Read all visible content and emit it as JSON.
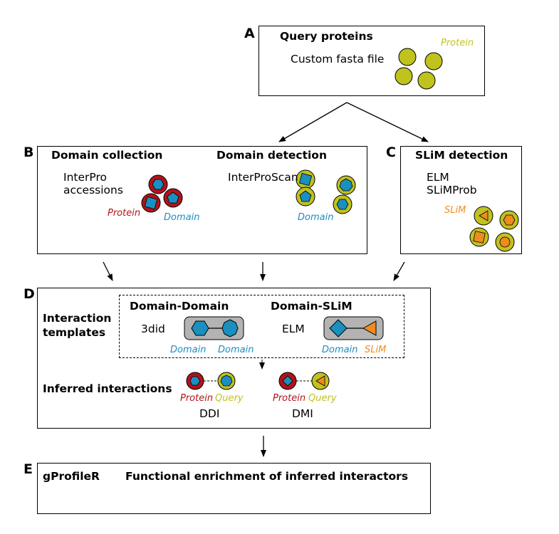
{
  "section_a": {
    "letter": "A",
    "title": "Query proteins",
    "text": "Custom fasta file",
    "protein_label": "Protein"
  },
  "section_b": {
    "letter": "B",
    "collection_title": "Domain collection",
    "collection_text_1": "InterPro",
    "collection_text_2": "accessions",
    "protein_label": "Protein",
    "domain_label": "Domain",
    "detection_title": "Domain detection",
    "detection_text": "InterProScan",
    "detection_domain_label": "Domain"
  },
  "section_c": {
    "letter": "C",
    "title": "SLiM detection",
    "text_1": "ELM",
    "text_2": "SLiMProb",
    "slim_label": "SLiM"
  },
  "section_d": {
    "letter": "D",
    "templates_label_1": "Interaction",
    "templates_label_2": "templates",
    "ddi_template_title": "Domain-Domain",
    "ddi_template_source": "3did",
    "ddi_template_label_1": "Domain",
    "ddi_template_label_2": "Domain",
    "dmi_template_title": "Domain-SLiM",
    "dmi_template_source": "ELM",
    "dmi_template_label_1": "Domain",
    "dmi_template_label_2": "SLiM",
    "inferred_label": "Inferred interactions",
    "ddi_protein_label": "Protein",
    "ddi_query_label": "Query",
    "ddi_caption": "DDI",
    "dmi_protein_label": "Protein",
    "dmi_query_label": "Query",
    "dmi_caption": "DMI"
  },
  "section_e": {
    "letter": "E",
    "tool": "gProfileR",
    "text": "Functional enrichment of inferred interactors"
  },
  "colors": {
    "protein_red": "#b0141b",
    "domain_blue": "#1b8fc0",
    "query_yellow": "#c0c21e",
    "slim_orange": "#f08b1f",
    "template_gray": "#b3b3b3"
  }
}
